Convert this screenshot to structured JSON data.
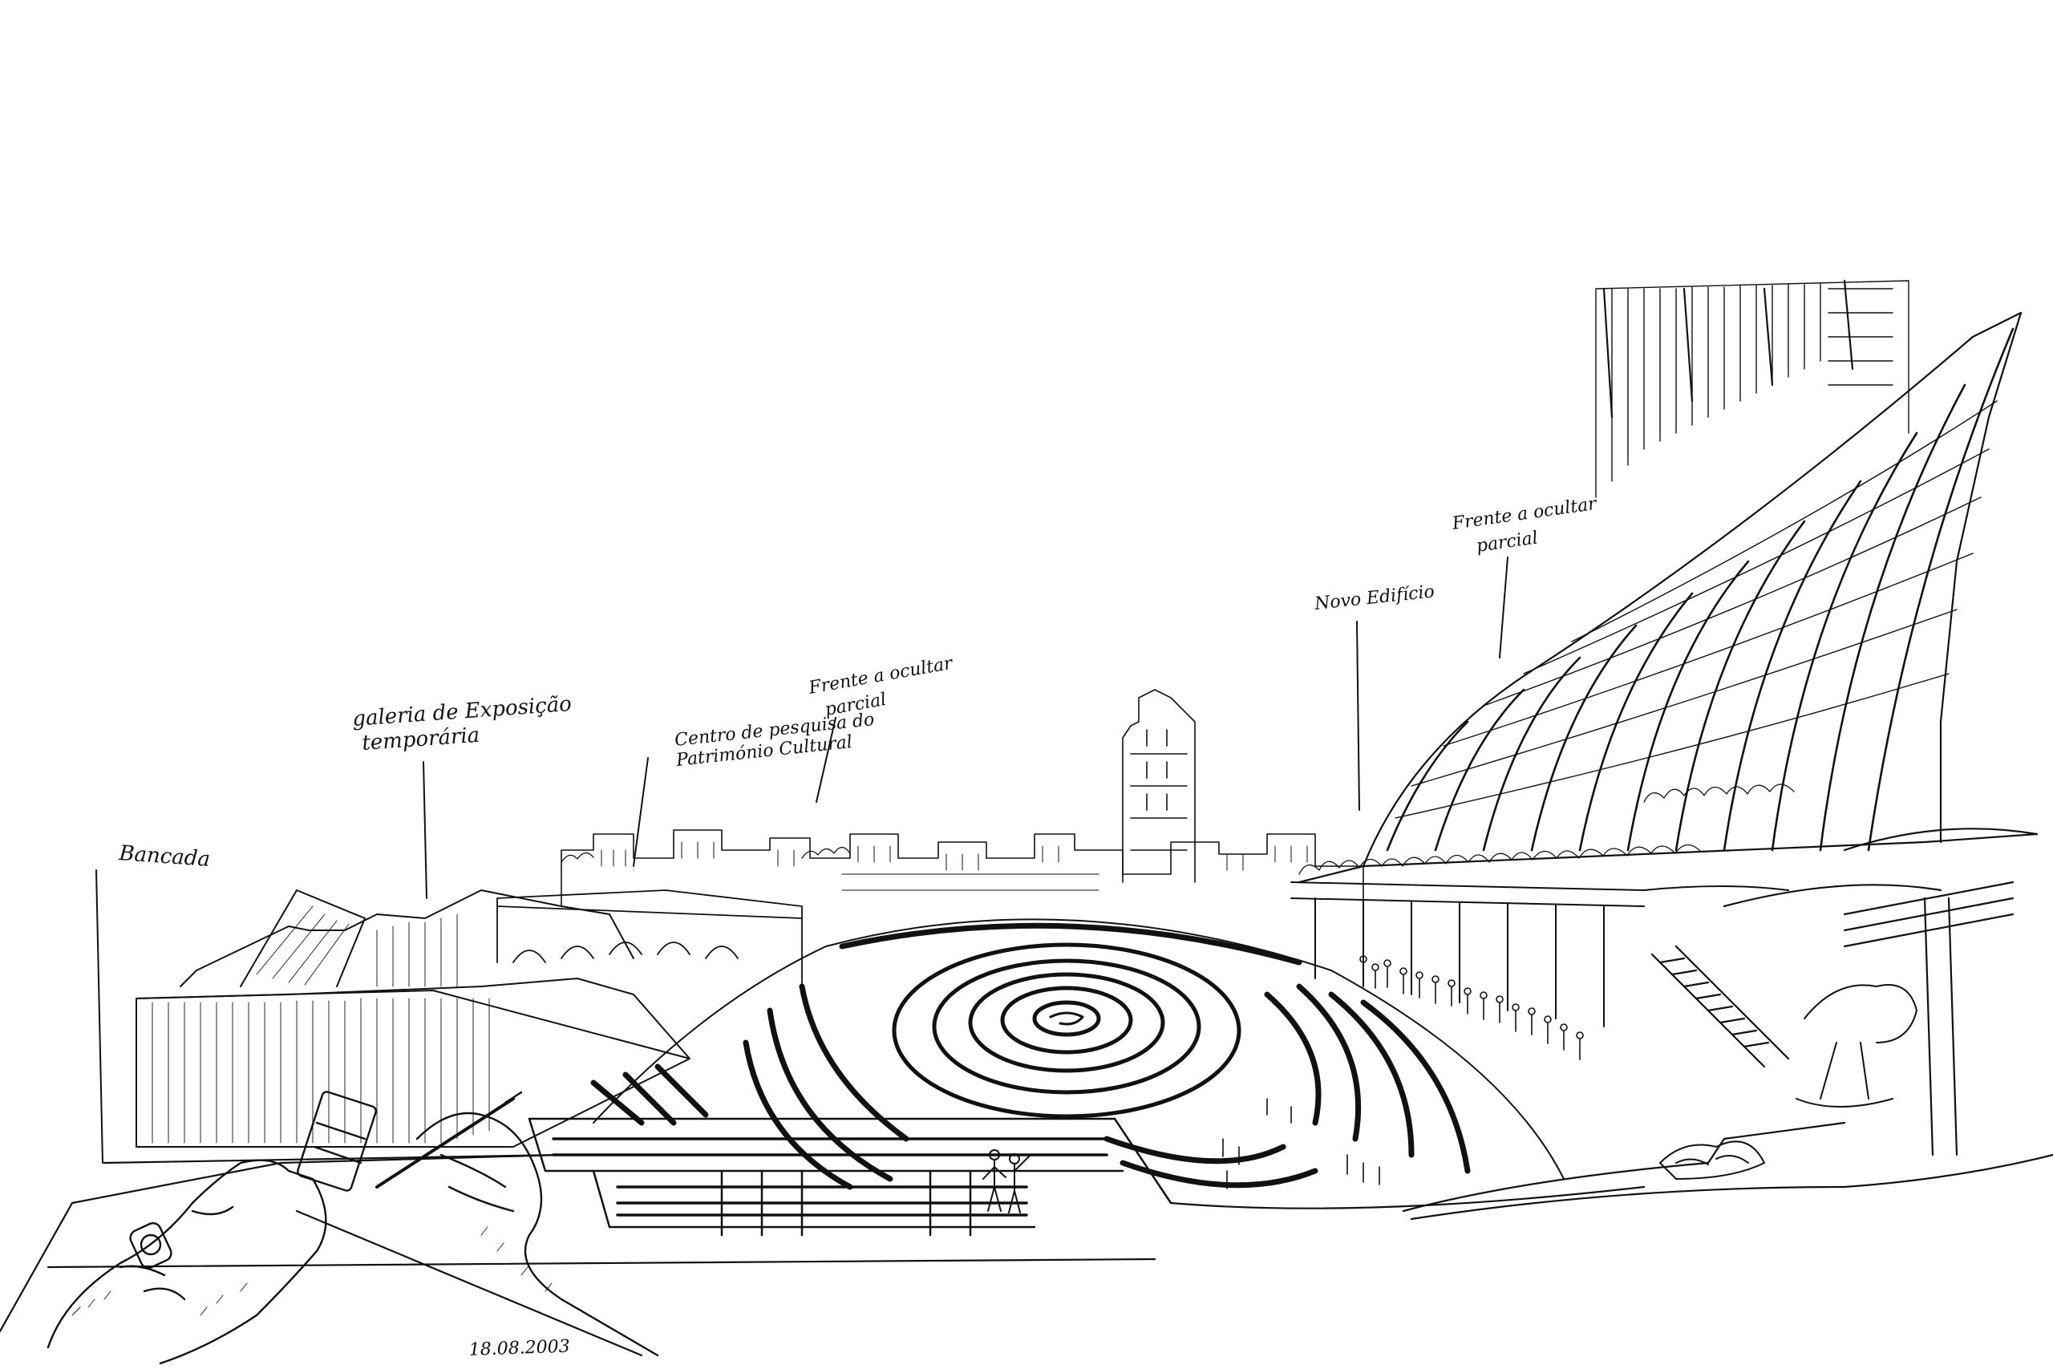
{
  "annotations": {
    "bancada": "Bancada",
    "galeria_line1": "galeria de Exposição",
    "galeria_line2": "temporária",
    "centro_line1": "Centro de pesquisa do",
    "centro_line2": "Património Cultural",
    "frente_center_line1": "Frente a ocultar",
    "frente_center_line2": "parcial",
    "novo_edificio": "Novo Edifício",
    "frente_right_line1": "Frente a ocultar",
    "frente_right_line2": "parcial"
  },
  "date": "18.08.2003",
  "colors": {
    "ink": "#111111",
    "paper": "#ffffff"
  }
}
